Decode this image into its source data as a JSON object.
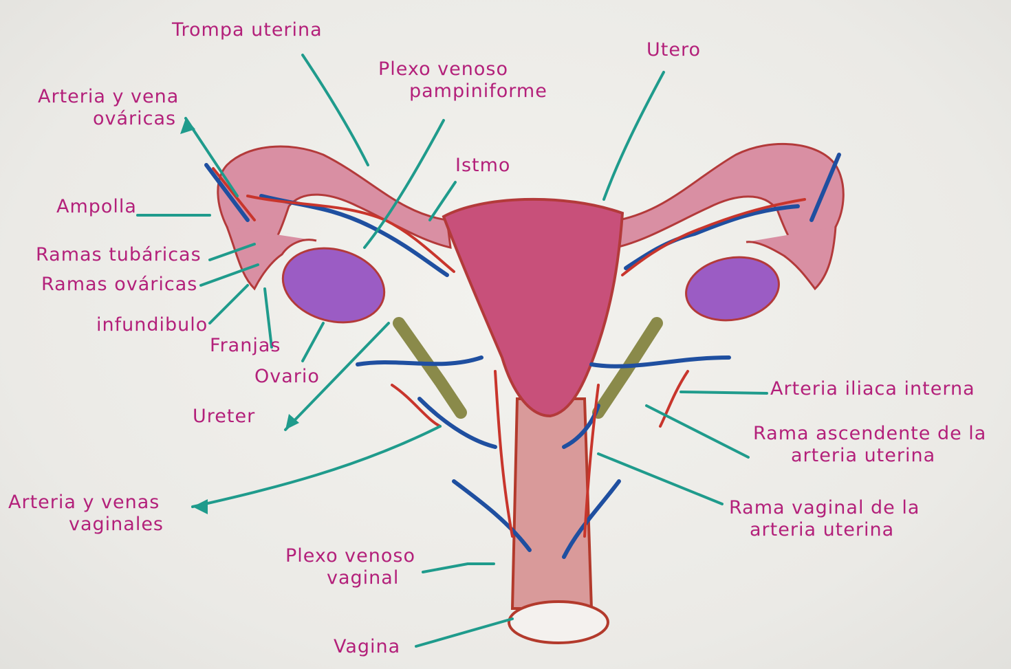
{
  "labels": {
    "trompa": "Trompa uterina",
    "plexo_pampiniforme": [
      "Plexo venoso",
      "pampiniforme"
    ],
    "utero": "Utero",
    "arteria_ovarica": [
      "Arteria y vena",
      "ováricas"
    ],
    "istmo": "Istmo",
    "ampolla": "Ampolla",
    "ramas_tubaricas": "Ramas tubáricas",
    "ramas_ovaricas": "Ramas ováricas",
    "infundibulo": "infundibulo",
    "franjas": "Franjas",
    "ovario": "Ovario",
    "ureter": "Ureter",
    "arteria_iliaca": "Arteria iliaca interna",
    "rama_ascendente": [
      "Rama ascendente de la",
      "arteria uterina"
    ],
    "arterias_vaginales": [
      "Arteria y venas",
      "vaginales"
    ],
    "rama_vaginal": [
      "Rama vaginal de la",
      "arteria uterina"
    ],
    "plexo_vaginal": [
      "Plexo venoso",
      "vaginal"
    ],
    "vagina": "Vagina"
  },
  "colors": {
    "label_ink": "#b3207a",
    "leader_line": "#1f9b8c",
    "uterus_fill": "#c8507a",
    "tube_fill": "#d98fa3",
    "ovary_fill": "#9b5cc4",
    "vein": "#1f4fa0",
    "artery": "#c8352c",
    "ureter": "#8a8a4a",
    "vagina_fill": "#d99a9a"
  }
}
